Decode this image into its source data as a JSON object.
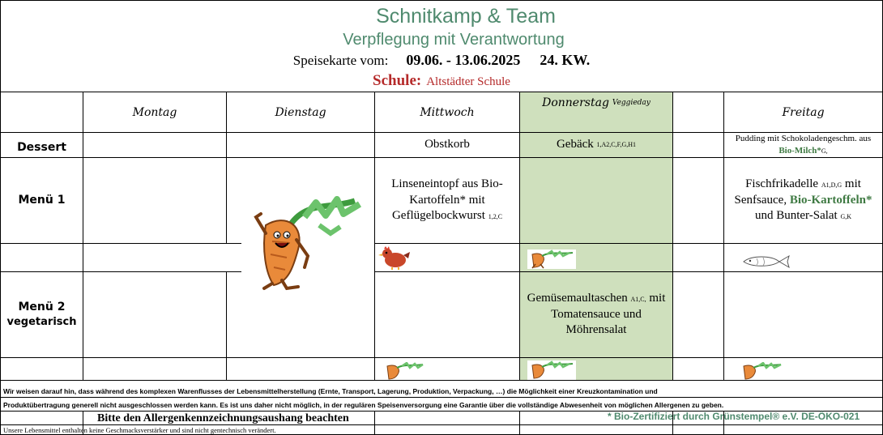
{
  "header": {
    "company": "Schnitkamp & Team",
    "slogan": "Verpflegung mit Verantwortung",
    "week_label": "Speisekarte vom:",
    "week_range": "09.06. - 13.06.2025",
    "week_number": "24. KW.",
    "school_label": "Schule:",
    "school_name": "Altstädter Schule"
  },
  "days": {
    "monday": "Montag",
    "tuesday": "Dienstag",
    "wednesday": "Mittwoch",
    "thursday": "Donnerstag",
    "thursday_note": "Veggieday",
    "friday": "Freitag"
  },
  "rows": {
    "dessert": "Dessert",
    "menu1": "Menü 1",
    "menu2": "Menü 2",
    "menu2_sub": "vegetarisch"
  },
  "dessert": {
    "wednesday": "Obstkorb",
    "thursday": "Gebäck",
    "thursday_allergens": "1,A2,C,F,G,H1",
    "friday_text": "Pudding mit Schokoladengeschm. aus",
    "friday_bio": "Bio-Milch*",
    "friday_allergens": "G,"
  },
  "menu1": {
    "wednesday_line1": "Linseneintopf aus Bio-",
    "wednesday_line2": "Kartoffeln* mit",
    "wednesday_line3": "Geflügelbockwurst",
    "wednesday_allergens": "1,2,C",
    "friday_dish": "Fischfrikadelle",
    "friday_allergens1": "A1,D,G",
    "friday_with": "mit",
    "friday_line2a": "Senfsauce,",
    "friday_bio": "Bio-Kartoffeln*",
    "friday_line3": "und Bunter-Salat",
    "friday_allergens2": "G,K"
  },
  "menu2": {
    "thursday_line1": "Gemüsemaultaschen",
    "thursday_allergens": "A1,C,",
    "thursday_with": "mit",
    "thursday_line2": "Tomatensauce und",
    "thursday_line3": "Möhrensalat"
  },
  "icons": {
    "mascot": "carrot-mascot-icon",
    "chicken": "chicken-icon",
    "carrot": "carrot-icon",
    "fish": "fish-icon"
  },
  "colors": {
    "brand_green": "#4f8a6e",
    "school_red": "#b52a2a",
    "veggie_bg": "#cfe0bd",
    "bio_green": "#3f7a43"
  },
  "footer": {
    "notice_line1": "Wir weisen darauf hin, dass während des komplexen Warenflusses der Lebensmittelherstellung (Ernte, Transport, Lagerung, Produktion, Verpackung, …) die Möglichkeit einer Kreuzkontamination und",
    "notice_line2": "Produktübertragung generell nicht ausgeschlossen werden kann. Es ist uns daher nicht möglich, in der regulären Speisenversorgung eine Garantie über die vollständige Abwesenheit von möglichen Allergenen zu geben.",
    "allergen_hint": "Bitte den  Allergenkennzeichnungsaushang beachten",
    "certification": "* Bio-Zertifiziert durch Grünstempel® e.V. DE-ÖKO-021",
    "ingredients_note": "Unsere Lebensmittel enthalten keine Geschmacksverstärker und sind nicht gentechnisch verändert."
  }
}
